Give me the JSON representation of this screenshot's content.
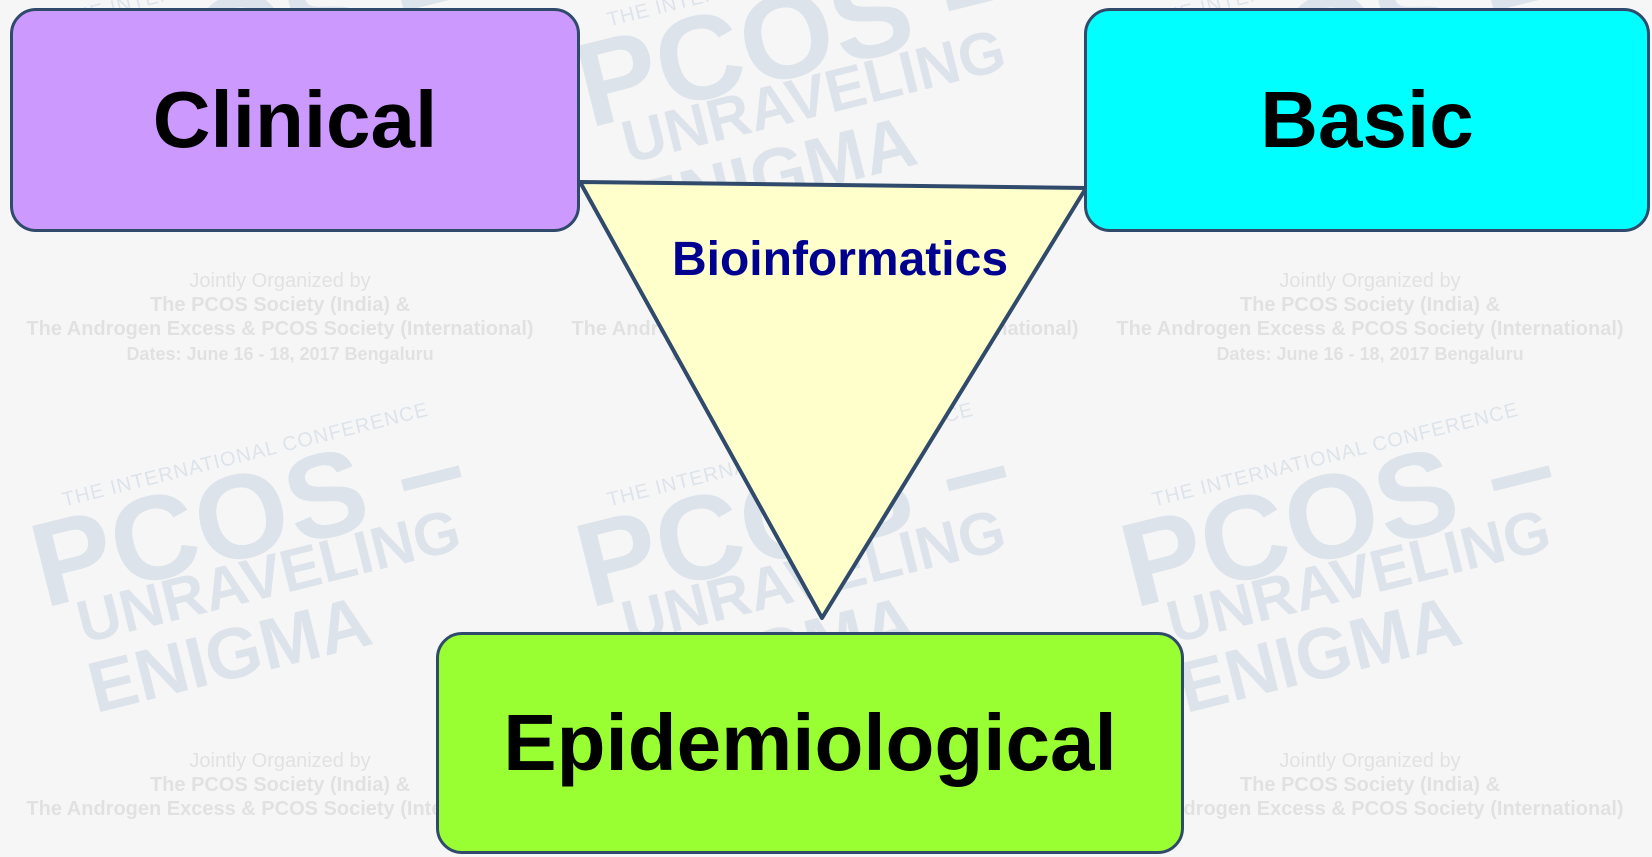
{
  "background_watermark": {
    "conference_line": "THE INTERNATIONAL CONFERENCE",
    "logo_word_1": "PCOS –",
    "logo_word_2": "UNRAVELING",
    "logo_word_3": "ENIGMA",
    "organized_by": "Jointly Organized by",
    "society_india": "The PCOS Society (India) &",
    "society_international": "The Androgen Excess & PCOS Society (International)",
    "dates": "Dates: June 16 - 18, 2017  Bengaluru"
  },
  "diagram": {
    "top_left_label": "Clinical",
    "top_right_label": "Basic",
    "bottom_label": "Epidemiological",
    "center_label": "Bioinformatics"
  },
  "colors": {
    "clinical": "#cc99ff",
    "basic": "#00ffff",
    "epidemiological": "#99ff33",
    "triangle_fill": "#ffffcc",
    "border": "#2f4a6b",
    "center_text": "#000090"
  }
}
